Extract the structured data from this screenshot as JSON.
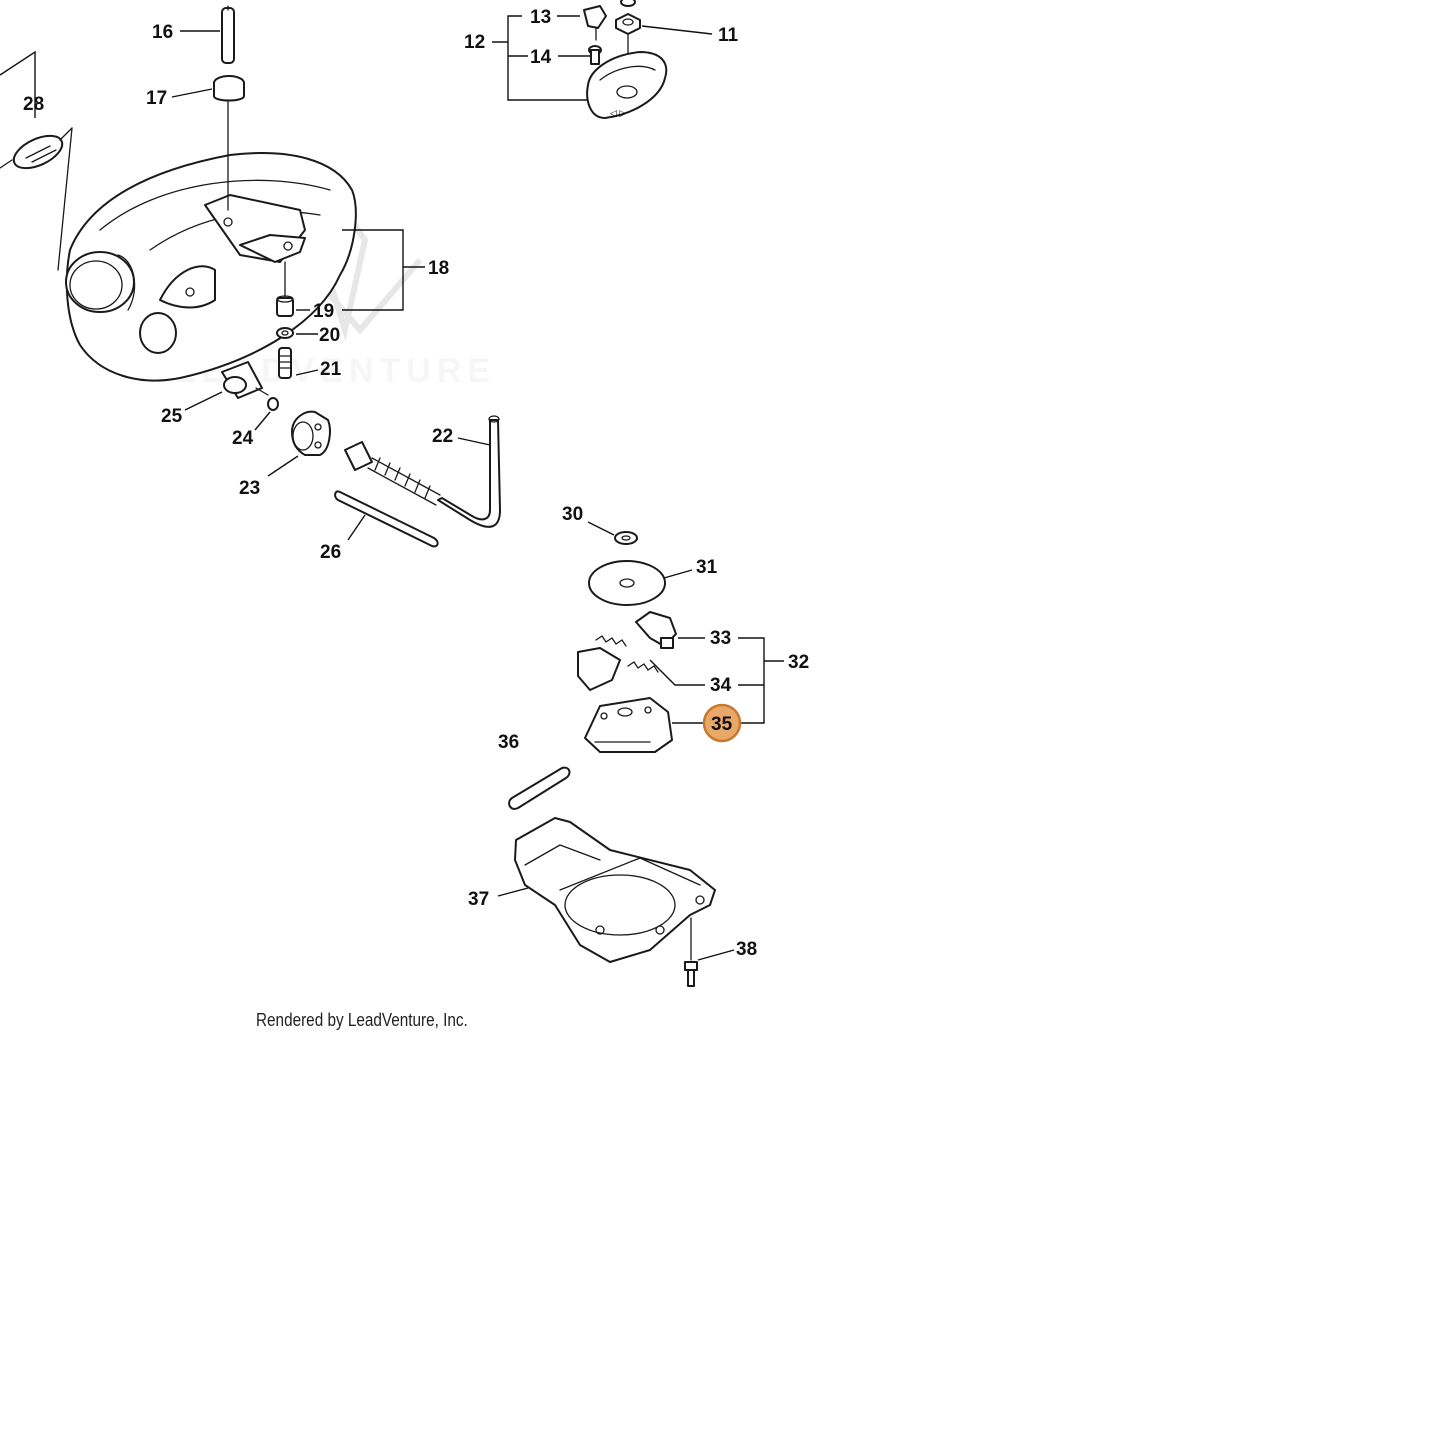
{
  "watermark": "LEADVENTURE",
  "credit": "Rendered by LeadVenture, Inc.",
  "highlight_color": "#E8A86A",
  "highlight_stroke": "#C8792E",
  "callouts": {
    "c11": "11",
    "c12": "12",
    "c13": "13",
    "c14": "14",
    "c16": "16",
    "c17": "17",
    "c18": "18",
    "c19": "19",
    "c20": "20",
    "c21": "21",
    "c22": "22",
    "c23": "23",
    "c24": "24",
    "c25": "25",
    "c26": "26",
    "c28": "28",
    "c30": "30",
    "c31": "31",
    "c32": "32",
    "c33": "33",
    "c34": "34",
    "c35": "35",
    "c36": "36",
    "c37": "37",
    "c38": "38"
  },
  "selected_part": "35"
}
